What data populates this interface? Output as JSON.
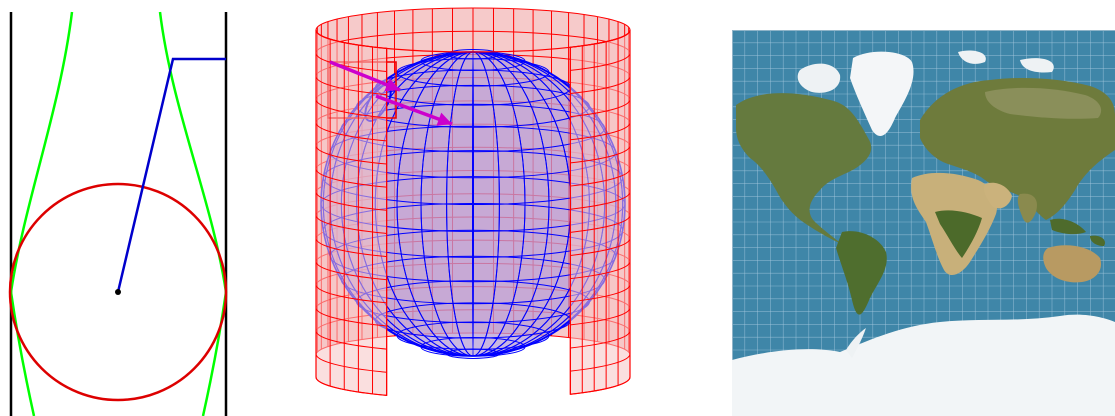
{
  "panels": [
    {
      "id": "cross-section",
      "description_visible_text": ""
    },
    {
      "id": "globe-cylinder",
      "description_visible_text": ""
    },
    {
      "id": "world-map",
      "description_visible_text": ""
    }
  ],
  "colors": {
    "background": "#ffffff",
    "cylinder_edge": "#000000",
    "tractrix": "#00ff00",
    "circle": "#dd0000",
    "radius_line": "#0000cc",
    "cylinder_grid": "#ff0000",
    "cylinder_fill": "#f5c4c4",
    "globe_grid": "#0000ff",
    "globe_fill": "#b79ed8",
    "arrow": "#cc00cc",
    "ocean": "#3f86a8",
    "land": "#6a7a3c",
    "desert": "#c8b07a",
    "ice": "#f2f5f7",
    "graticule": "#a8cbe0"
  },
  "icons": {
    "tangent_arrow": "arrow-icon"
  }
}
